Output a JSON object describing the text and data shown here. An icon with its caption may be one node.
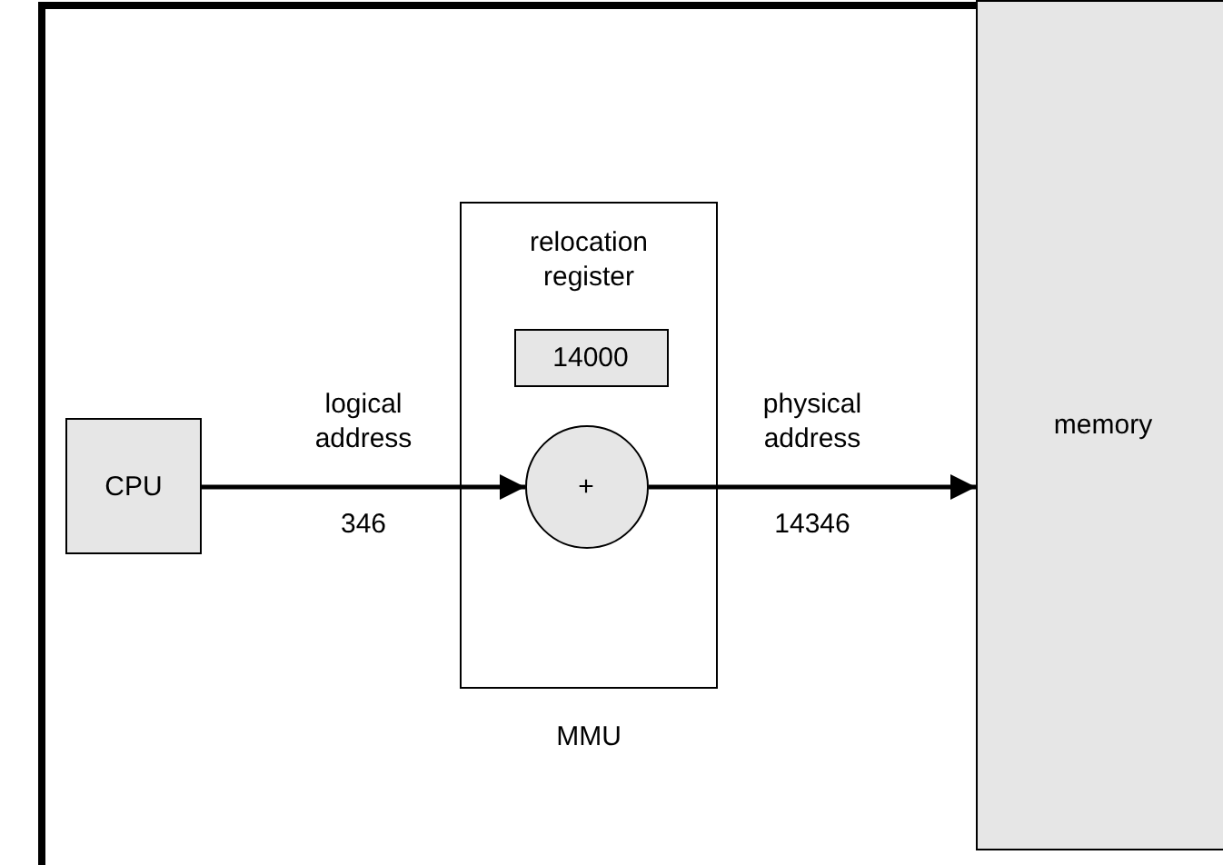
{
  "diagram": {
    "nodes": [
      {
        "text": [
          "CPU"
        ]
      },
      {
        "text": [
          "relocation register",
          "MMU"
        ]
      },
      {
        "text": [
          "14000"
        ],
        "in": 1
      },
      {
        "text": [
          "+"
        ],
        "in": 1
      },
      {
        "text": [
          "memory"
        ]
      }
    ],
    "edges": [
      {
        "from": 0,
        "to": 3,
        "arrow": "to",
        "label": "logical address"
      },
      {
        "from": 3,
        "to": 4,
        "arrow": "to",
        "label": "physical address"
      }
    ],
    "labels": [
      "346",
      "14346"
    ]
  }
}
